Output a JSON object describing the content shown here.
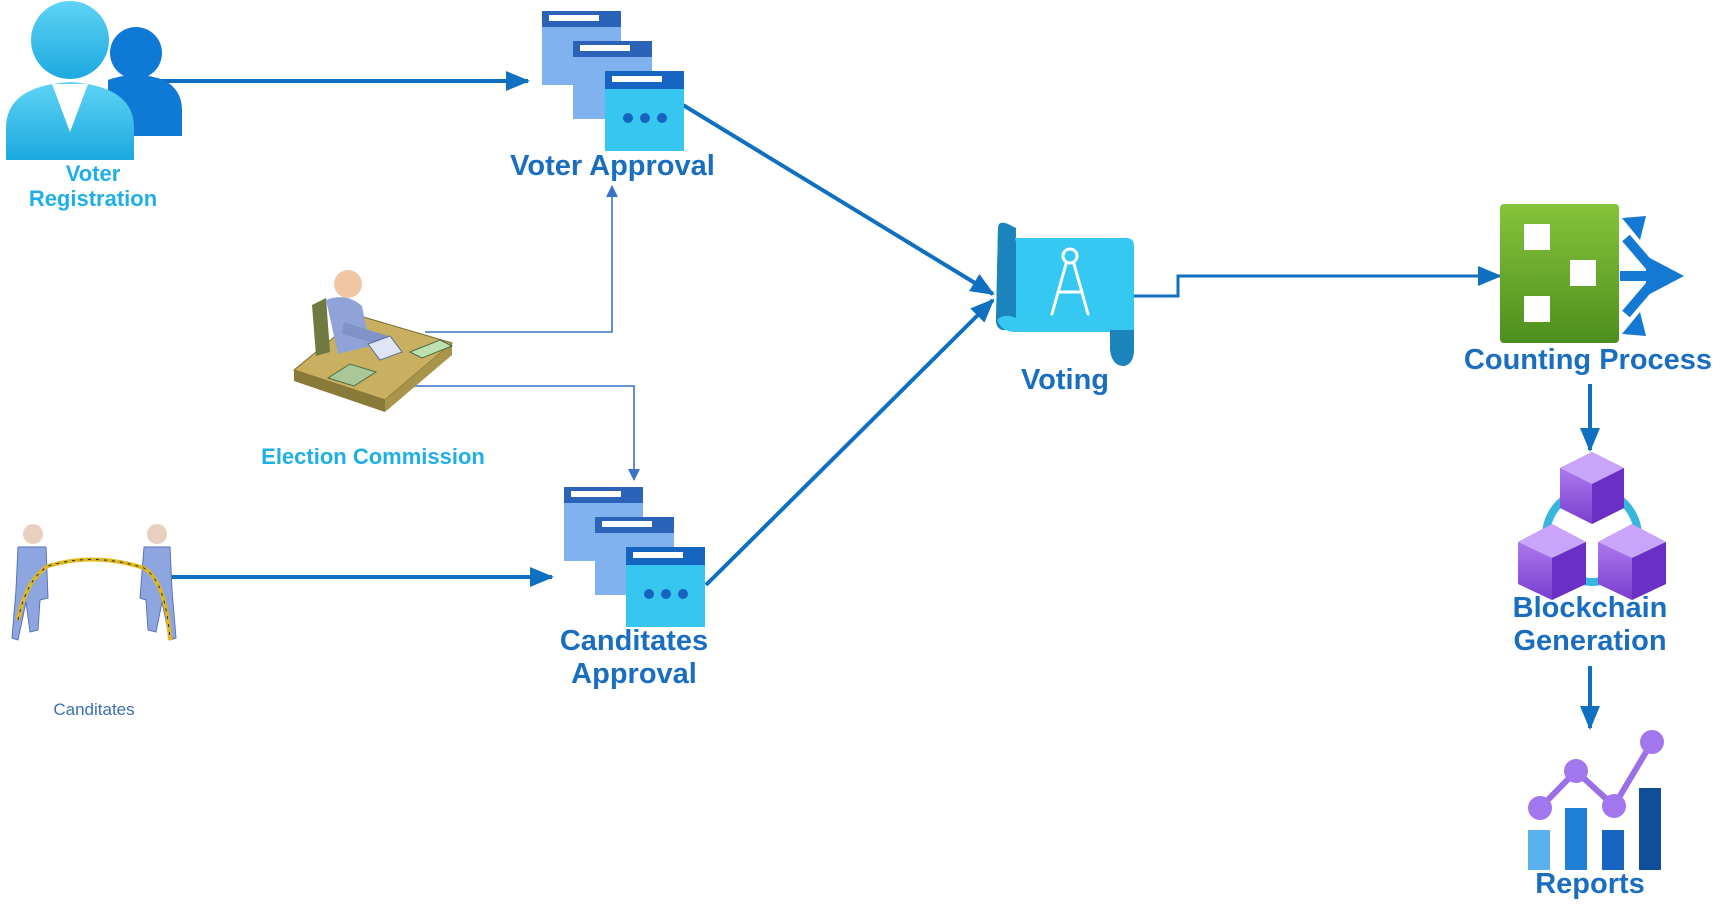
{
  "colors": {
    "arrow": "#0f6fc0",
    "thin_arrow": "#3a73c9",
    "label_dark": "#1a6ebf",
    "label_light": "#1eaee8",
    "label_small": "#3b6fb4"
  },
  "nodes": {
    "voter_registration": {
      "label_line1": "Voter",
      "label_line2": "Registration",
      "icon": "users-icon"
    },
    "voter_approval": {
      "label": "Voter Approval",
      "icon": "stacked-windows-icon"
    },
    "election_commission": {
      "label": "Election Commission",
      "icon": "clerk-at-desk-icon"
    },
    "candidates": {
      "label": "Canditates",
      "icon": "tug-of-war-icon"
    },
    "candidates_approval": {
      "label_line1": "Canditates",
      "label_line2": "Approval",
      "icon": "stacked-windows-icon"
    },
    "voting": {
      "label": "Voting",
      "icon": "blueprint-scroll-icon"
    },
    "counting_process": {
      "label": "Counting Process",
      "icon": "green-grid-arrows-icon"
    },
    "blockchain_generation": {
      "label_line1": "Blockchain",
      "label_line2": "Generation",
      "icon": "blockchain-cubes-icon"
    },
    "reports": {
      "label": "Reports",
      "icon": "chart-report-icon"
    }
  },
  "edges": [
    {
      "from": "voter_registration",
      "to": "voter_approval",
      "style": "thick"
    },
    {
      "from": "election_commission",
      "to": "voter_approval",
      "style": "thin"
    },
    {
      "from": "election_commission",
      "to": "candidates_approval",
      "style": "thin"
    },
    {
      "from": "candidates",
      "to": "candidates_approval",
      "style": "thick"
    },
    {
      "from": "voter_approval",
      "to": "voting",
      "style": "thick"
    },
    {
      "from": "candidates_approval",
      "to": "voting",
      "style": "thick"
    },
    {
      "from": "voting",
      "to": "counting_process",
      "style": "thick"
    },
    {
      "from": "counting_process",
      "to": "blockchain_generation",
      "style": "thick"
    },
    {
      "from": "blockchain_generation",
      "to": "reports",
      "style": "thick"
    }
  ]
}
